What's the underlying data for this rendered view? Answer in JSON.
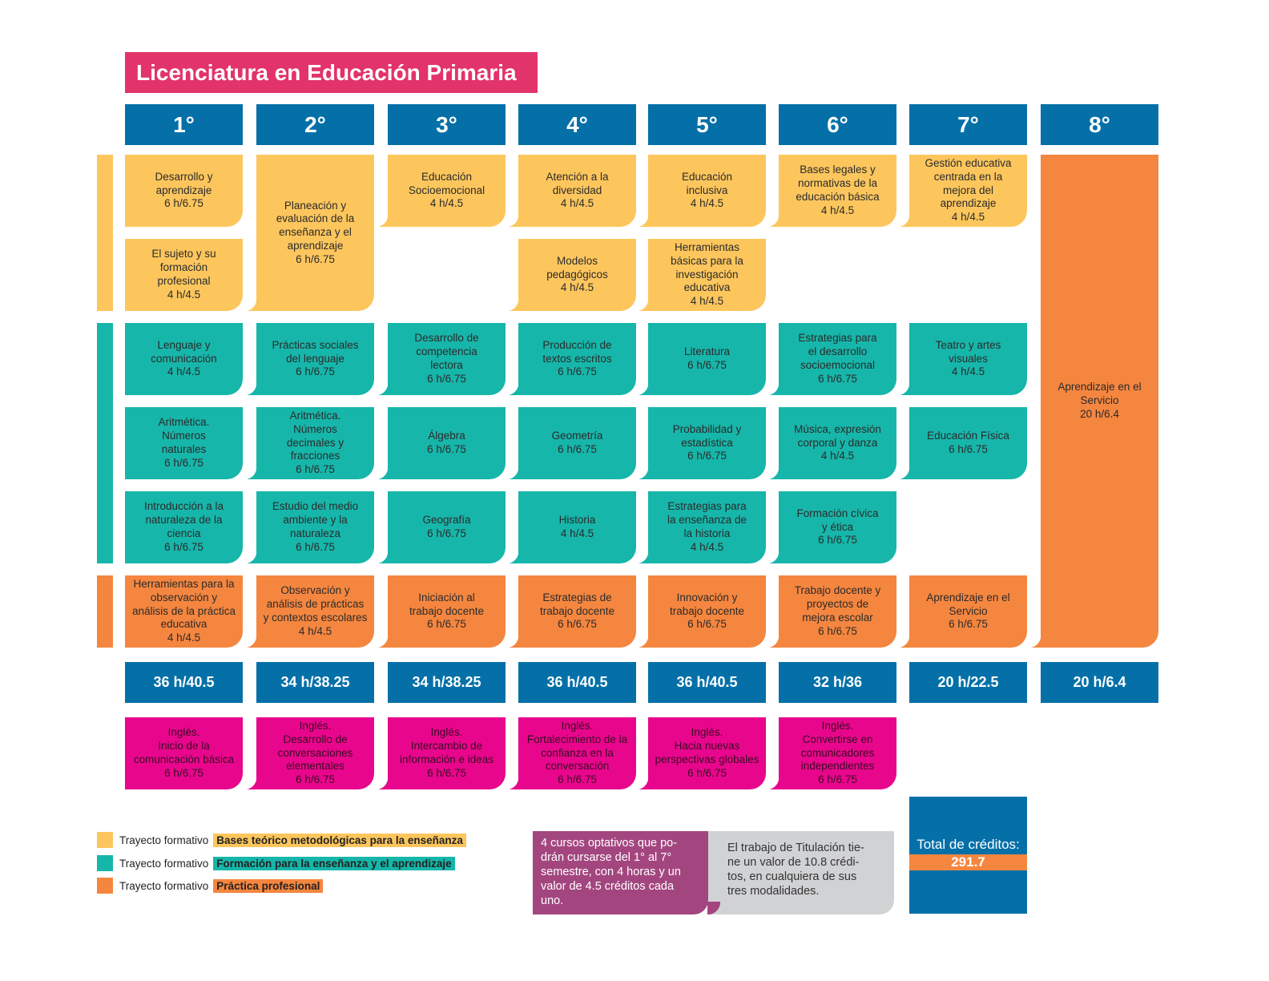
{
  "title": "Licenciatura en Educación Primaria",
  "colors": {
    "bases": "#fdc65d",
    "formacion": "#17b6aa",
    "practica": "#f5863f",
    "header": "#0570a8",
    "ingles": "#e8068c",
    "title": "#e2336b"
  },
  "semesters": [
    {
      "label": "1°",
      "total": "36 h/40.5",
      "bases": [
        "Desarrollo y\naprendizaje\n6 h/6.75",
        "El sujeto y su\nformación\nprofesional\n4 h/4.5"
      ],
      "formacion": [
        "Lenguaje y\ncomunicación\n4 h/4.5",
        "Aritmética.\nNúmeros\nnaturales\n6 h/6.75",
        "Introducción a la\nnaturaleza de la\nciencia\n6 h/6.75"
      ],
      "practica": "Herramientas para la\nobservación y\nanálisis de la práctica\neducativa\n4 h/4.5",
      "ingles": "Inglés.\nInicio de la\ncomunicación básica\n6 h/6.75"
    },
    {
      "label": "2°",
      "total": "34 h/38.25",
      "bases": [
        "Planeación y\nevaluación de la\nenseñanza y el\naprendizaje\n6 h/6.75"
      ],
      "formacion": [
        "Prácticas sociales\ndel lenguaje\n6 h/6.75",
        "Aritmética.\nNúmeros\ndecimales y\nfracciones\n6 h/6.75",
        "Estudio del medio\nambiente y la\nnaturaleza\n6 h/6.75"
      ],
      "practica": "Observación y\nanálisis de prácticas\ny contextos escolares\n4 h/4.5",
      "ingles": "Inglés.\nDesarrollo de\nconversaciones\nelementales\n6 h/6.75"
    },
    {
      "label": "3°",
      "total": "34 h/38.25",
      "bases": [
        "Educación\nSocioemocional\n4 h/4.5"
      ],
      "formacion": [
        "Desarrollo de\ncompetencia\nlectora\n6 h/6.75",
        "Álgebra\n6 h/6.75",
        "Geografía\n6 h/6.75"
      ],
      "practica": "Iniciación al\ntrabajo docente\n6 h/6.75",
      "ingles": "Inglés.\nIntercambio de\ninformación e ideas\n6 h/6.75"
    },
    {
      "label": "4°",
      "total": "36 h/40.5",
      "bases": [
        "Atención a la\ndiversidad\n4 h/4.5",
        "Modelos\npedagógicos\n4 h/4.5"
      ],
      "formacion": [
        "Producción de\ntextos escritos\n6 h/6.75",
        "Geometría\n6 h/6.75",
        "Historia\n4 h/4.5"
      ],
      "practica": "Estrategias de\ntrabajo docente\n6 h/6.75",
      "ingles": "Inglés.\nFortalecimiento de la\nconfianza en la\nconversación\n6 h/6.75"
    },
    {
      "label": "5°",
      "total": "36 h/40.5",
      "bases": [
        "Educación\ninclusiva\n4 h/4.5",
        "Herramientas\nbásicas para la\ninvestigación\neducativa\n4 h/4.5"
      ],
      "formacion": [
        "Literatura\n6 h/6.75",
        "Probabilidad y\nestadística\n6 h/6.75",
        "Estrategias para\nla enseñanza de\nla historia\n4 h/4.5"
      ],
      "practica": "Innovación y\ntrabajo docente\n6 h/6.75",
      "ingles": "Inglés.\nHacia nuevas\nperspectivas globales\n6 h/6.75"
    },
    {
      "label": "6°",
      "total": "32 h/36",
      "bases": [
        "Bases legales y\nnormativas de la\neducación básica\n4 h/4.5"
      ],
      "formacion": [
        "Estrategias para\nel desarrollo\nsocioemocional\n6 h/6.75",
        "Música, expresión\ncorporal y danza\n4 h/4.5",
        "Formación cívica\ny ética\n6 h/6.75"
      ],
      "practica": "Trabajo docente y\nproyectos de\nmejora escolar\n6 h/6.75",
      "ingles": "Inglés.\nConvertirse en\ncomunicadores\nindependientes\n6 h/6.75"
    },
    {
      "label": "7°",
      "total": "20 h/22.5",
      "bases": [
        "Gestión educativa\ncentrada en la\nmejora del\naprendizaje\n4 h/4.5"
      ],
      "formacion": [
        "Teatro y artes\nvisuales\n4 h/4.5",
        "Educación Física\n6 h/6.75"
      ],
      "practica": "Aprendizaje en el\nServicio\n6 h/6.75",
      "ingles": null
    },
    {
      "label": "8°",
      "total": "20 h/6.4",
      "bases": [],
      "formacion": [],
      "practica": "Aprendizaje en el\nServicio\n20 h/6.4",
      "ingles": null
    }
  ],
  "legend": [
    {
      "prefix": "Trayecto formativo",
      "name": "Bases teórico metodológicas para la enseñanza",
      "color": "#fdc65d"
    },
    {
      "prefix": "Trayecto formativo",
      "name": "Formación para la enseñanza y el aprendizaje",
      "color": "#17b6aa"
    },
    {
      "prefix": "Trayecto formativo",
      "name": "Práctica profesional",
      "color": "#f5863f"
    }
  ],
  "optativos": "4 cursos optativos que po-\ndrán cursarse del 1° al 7°\nsemestre, con 4 horas y un\nvalor de 4.5 créditos cada\nuno.",
  "titulacion": "El trabajo de Titulación tie-\nne un valor de 10.8 crédi-\ntos, en cualquiera de sus\ntres modalidades.",
  "total_creditos": {
    "label": "Total de créditos:",
    "value": "291.7"
  }
}
